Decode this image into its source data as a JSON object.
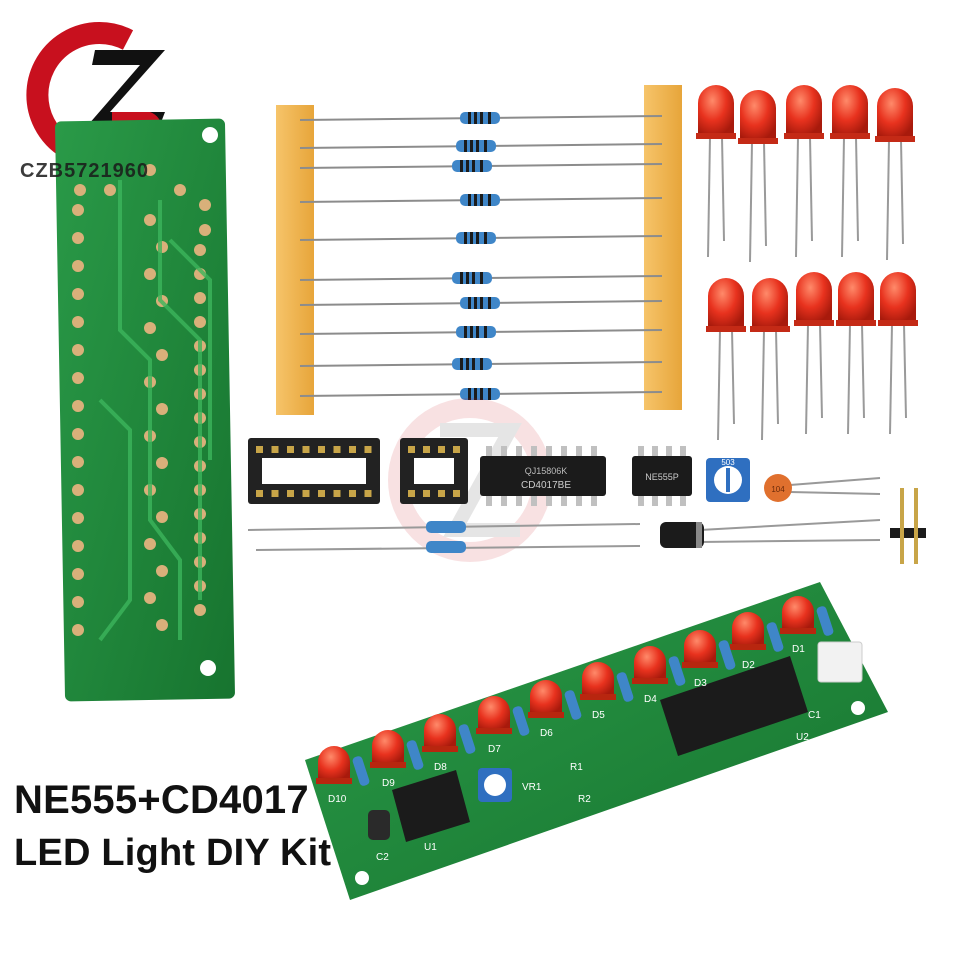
{
  "product": {
    "title_line1": "NE555+CD4017",
    "title_line2": "LED Light DIY Kit"
  },
  "brand": {
    "watermark_text": "CZB5721960",
    "logo_letters": "CZB"
  },
  "components": {
    "chip_cd4017_label": "CD4017BE",
    "chip_cd4017_code": "QJ15806K",
    "chip_ne555_label": "NE555P",
    "pot_label": "503",
    "cap_label": "104"
  },
  "board_labels": {
    "leds": [
      "D1",
      "D2",
      "D3",
      "D4",
      "D5",
      "D6",
      "D7",
      "D8",
      "D9",
      "D10"
    ],
    "c1": "C1",
    "c2": "C2",
    "r1": "R1",
    "r2": "R2",
    "u1": "U1",
    "u2": "U2",
    "vr1": "VR1"
  },
  "colors": {
    "pcb_green": "#1f8a3c",
    "pcb_trace": "#2fa34e",
    "pad_copper": "#d9b07a",
    "led_red": "#e8321e",
    "tape_orange": "#f0b24a",
    "resistor_blue": "#3f86c8",
    "chip_black": "#1b1b1b",
    "caption_black": "#111111"
  }
}
